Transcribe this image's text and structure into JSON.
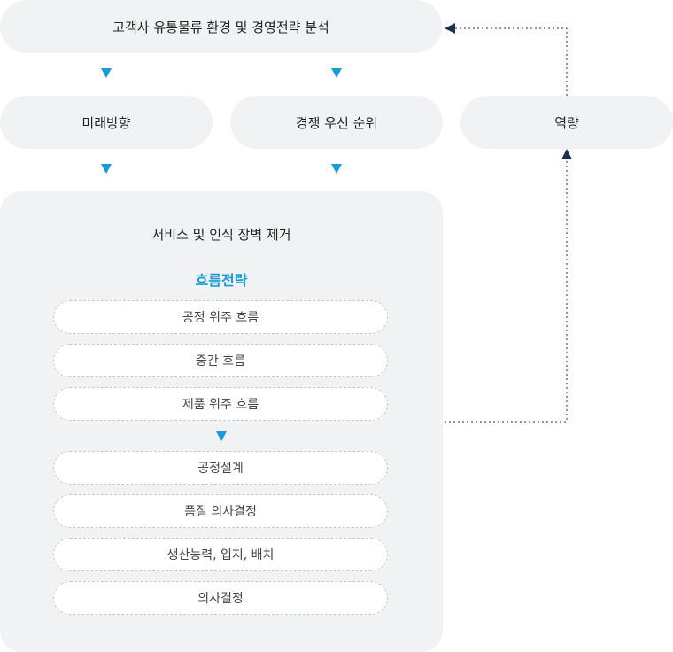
{
  "top_box": {
    "label": "고객사 유통물류 환경 및 경영전략 분석"
  },
  "mid_boxes": [
    {
      "label": "미래방향"
    },
    {
      "label": "경쟁 우선 순위"
    },
    {
      "label": "역량"
    }
  ],
  "panel": {
    "title": "서비스 및 인식 장벽 제거",
    "subtitle": "흐름전략",
    "items_group1": [
      {
        "label": "공정 위주 흐름"
      },
      {
        "label": "중간 흐름"
      },
      {
        "label": "제품 위주 흐름"
      }
    ],
    "items_group2": [
      {
        "label": "공정설계"
      },
      {
        "label": "품질 의사결정"
      },
      {
        "label": "생산능력, 입지, 배치"
      },
      {
        "label": "의사결정"
      }
    ]
  },
  "colors": {
    "box_bg": "#f1f2f4",
    "accent_blue": "#1a9bd7",
    "navy_arrow": "#1e2d52",
    "dashed_border": "#c4c7cc"
  }
}
